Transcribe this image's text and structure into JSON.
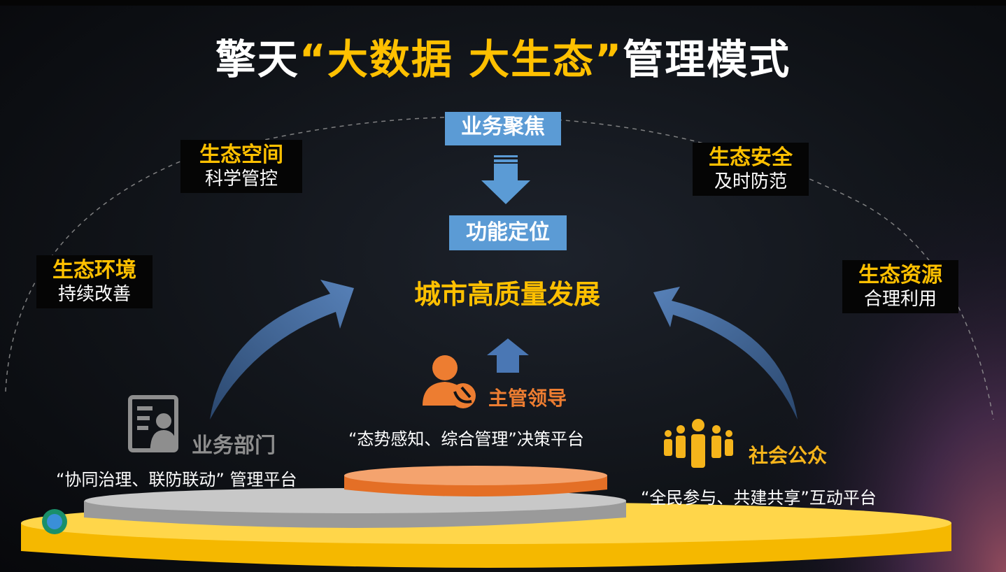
{
  "title": {
    "prefix": "擎天",
    "highlight": "“大数据 大生态”",
    "suffix": "管理模式"
  },
  "center": {
    "focus_label": "业务聚焦",
    "position_label": "功能定位",
    "goal_label": "城市高质量发展"
  },
  "eco_labels": [
    {
      "heading": "生态环境",
      "sub": "持续改善"
    },
    {
      "heading": "生态空间",
      "sub": "科学管控"
    },
    {
      "heading": "生态安全",
      "sub": "及时防范"
    },
    {
      "heading": "生态资源",
      "sub": "合理利用"
    }
  ],
  "actors": {
    "leader": {
      "label": "主管领导",
      "platform": "“态势感知、综合管理”决策平台"
    },
    "department": {
      "label": "业务部门",
      "platform": "“协同治理、联防联动” 管理平台"
    },
    "public": {
      "label": "社会公众",
      "platform": "“全民参与、共建共享”互动平台"
    }
  },
  "colors": {
    "accent_yellow": "#ffc000",
    "blue_box": "#5b9bd5",
    "arrow_blue": "#4a77b4",
    "leader_orange": "#ed7d31",
    "public_gold": "#f5b41b",
    "department_gray": "#8e8e8e"
  },
  "icons": [
    "arrow-down-icon",
    "arrow-up-icon",
    "leader-icon",
    "department-icon",
    "public-icon"
  ]
}
